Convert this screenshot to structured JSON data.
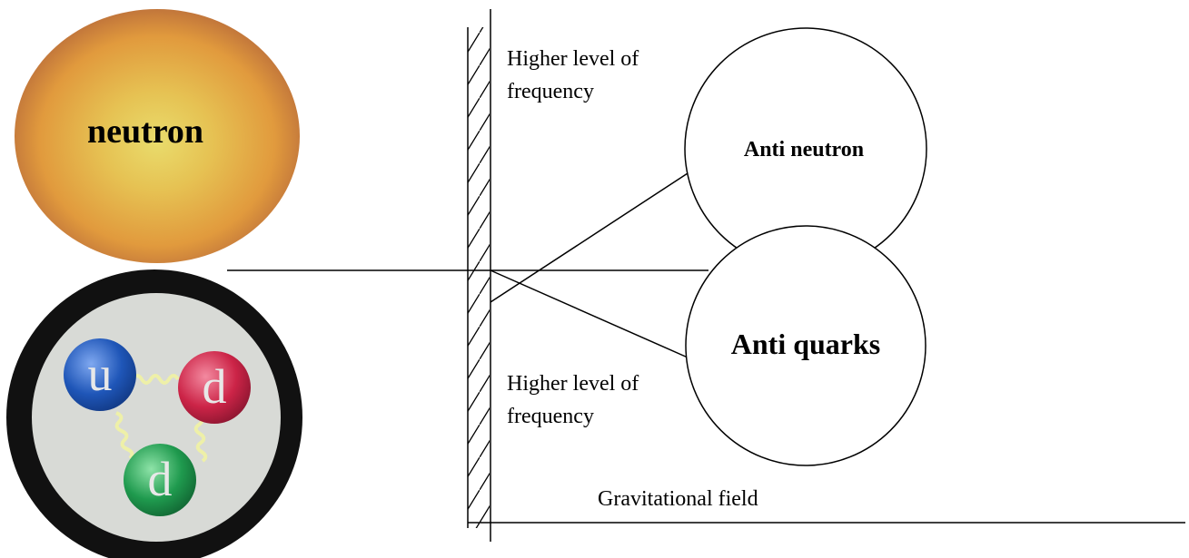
{
  "neutron_label": "neutron",
  "anti_neutron_label": "Anti neutron",
  "anti_quarks_label": "Anti quarks",
  "upper_region_label_line1": "Higher level of",
  "upper_region_label_line2": "frequency",
  "lower_region_label_line1": "Higher level of",
  "lower_region_label_line2": "frequency",
  "gravitational_field_label": "Gravitational field",
  "quarks": [
    {
      "letter": "u",
      "color": "#1f56b8"
    },
    {
      "letter": "d",
      "color": "#cc2447"
    },
    {
      "letter": "d",
      "color": "#1f9a4e"
    }
  ],
  "colors": {
    "neutron_sphere": "#e6a23c",
    "neutron_highlight": "#e8d36a",
    "quark_disk_border": "#111111",
    "quark_disk_fill": "#d8dad6",
    "gluon": "#eef0a8",
    "line": "#000000"
  }
}
